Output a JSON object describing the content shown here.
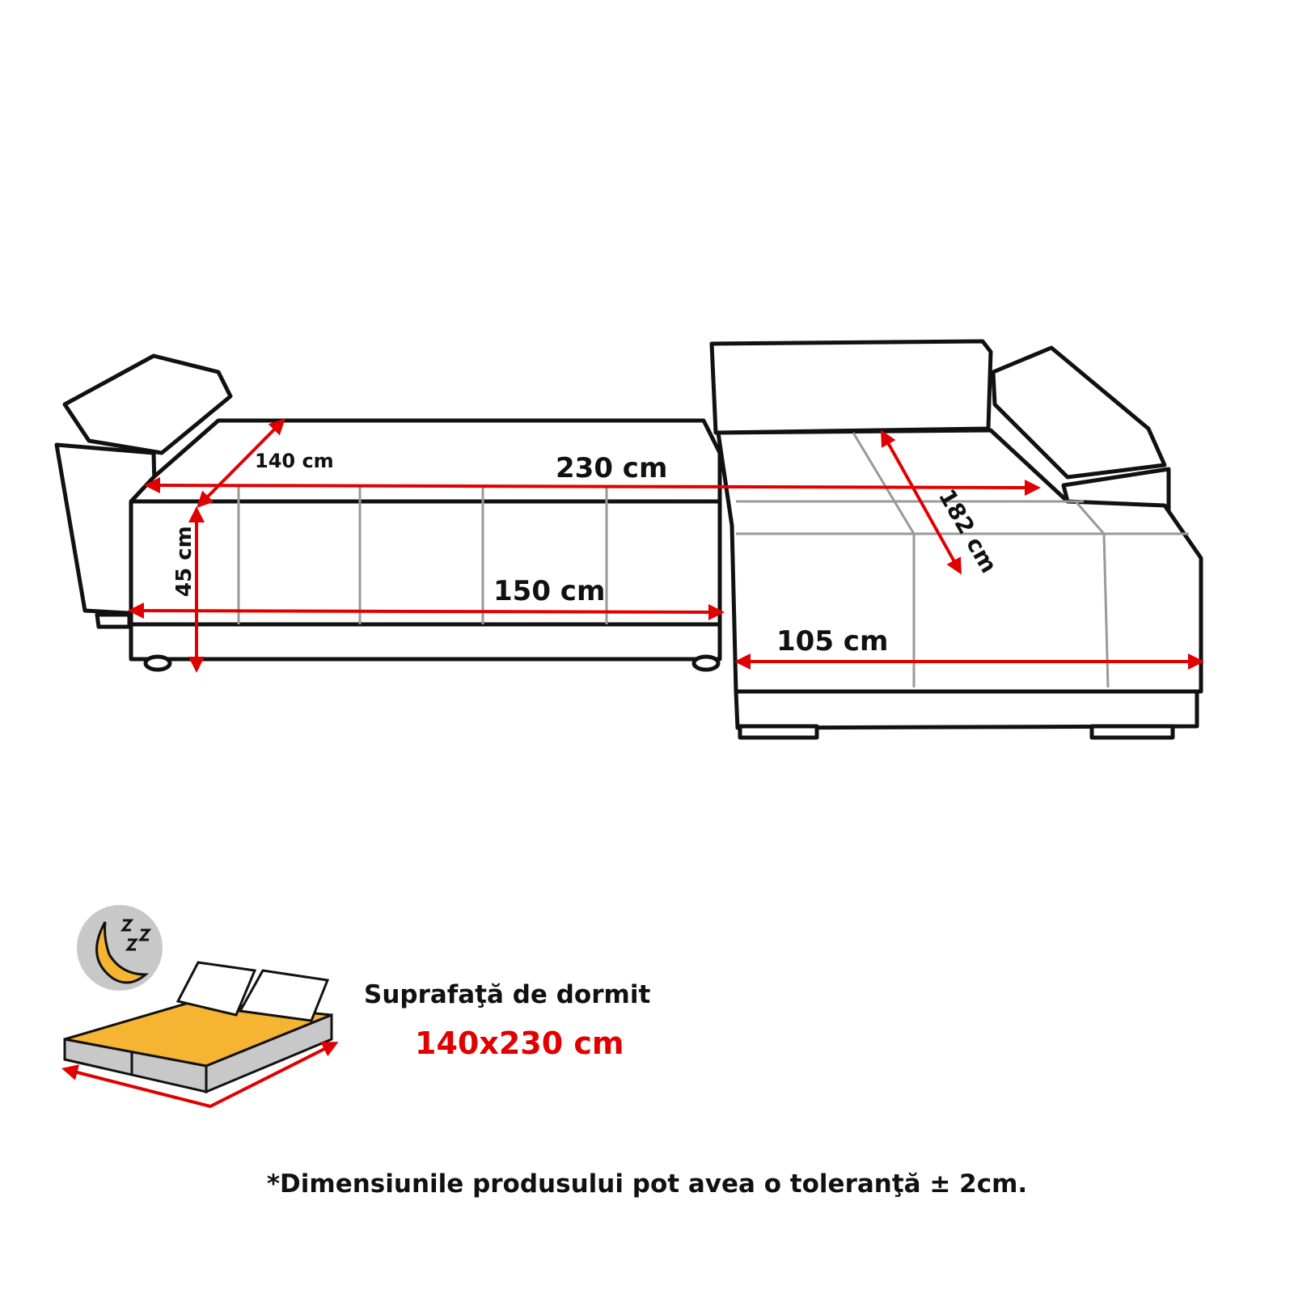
{
  "dimensions": {
    "depth_bed": "140 cm",
    "total_width": "230 cm",
    "seat_height": "45 cm",
    "sofa_width": "150 cm",
    "chaise_length": "182 cm",
    "chaise_width": "105 cm"
  },
  "sleeping_area": {
    "title": "Suprafaţă de dormit",
    "size": "140x230 cm"
  },
  "footnote": "*Dimensiunile produsului pot avea o toleranţă ± 2cm.",
  "colors": {
    "arrow": "#e10000",
    "mattress": "#f5b431",
    "outline": "#111111"
  }
}
